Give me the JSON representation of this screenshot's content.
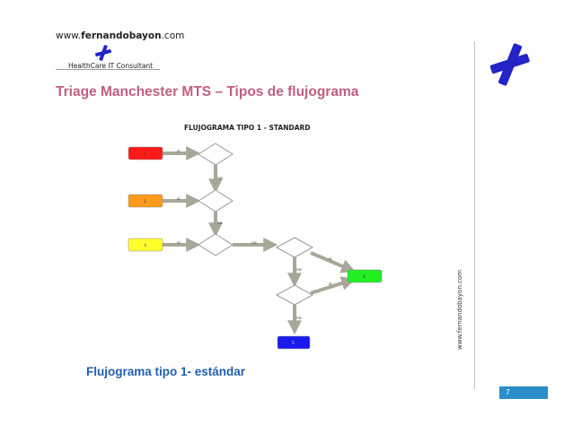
{
  "header": {
    "url_prefix": "www.",
    "url_brand": "fernandobayon",
    "url_suffix": ".com",
    "tagline": "HealthCare IT Consultant"
  },
  "title": "Triage Manchester MTS – Tipos de flujograma",
  "diagram": {
    "heading": "FLUJOGRAMA TIPO 1  -  STANDARD",
    "boxes": [
      {
        "color": "#ff1a1a",
        "label": "1"
      },
      {
        "color": "#ff9a1a",
        "label": "2"
      },
      {
        "color": "#ffff2a",
        "label": "3"
      },
      {
        "color": "#22ee22",
        "label": "4"
      },
      {
        "color": "#1a1aee",
        "label": "5"
      }
    ],
    "arrow_labels": {
      "yes": "sí",
      "no": "no"
    }
  },
  "caption": "Flujograma tipo 1- estándar",
  "sidebar": {
    "vertical_url": "www.fernandobayon.com",
    "page_number": "7",
    "logo_color": "#2323c8"
  }
}
